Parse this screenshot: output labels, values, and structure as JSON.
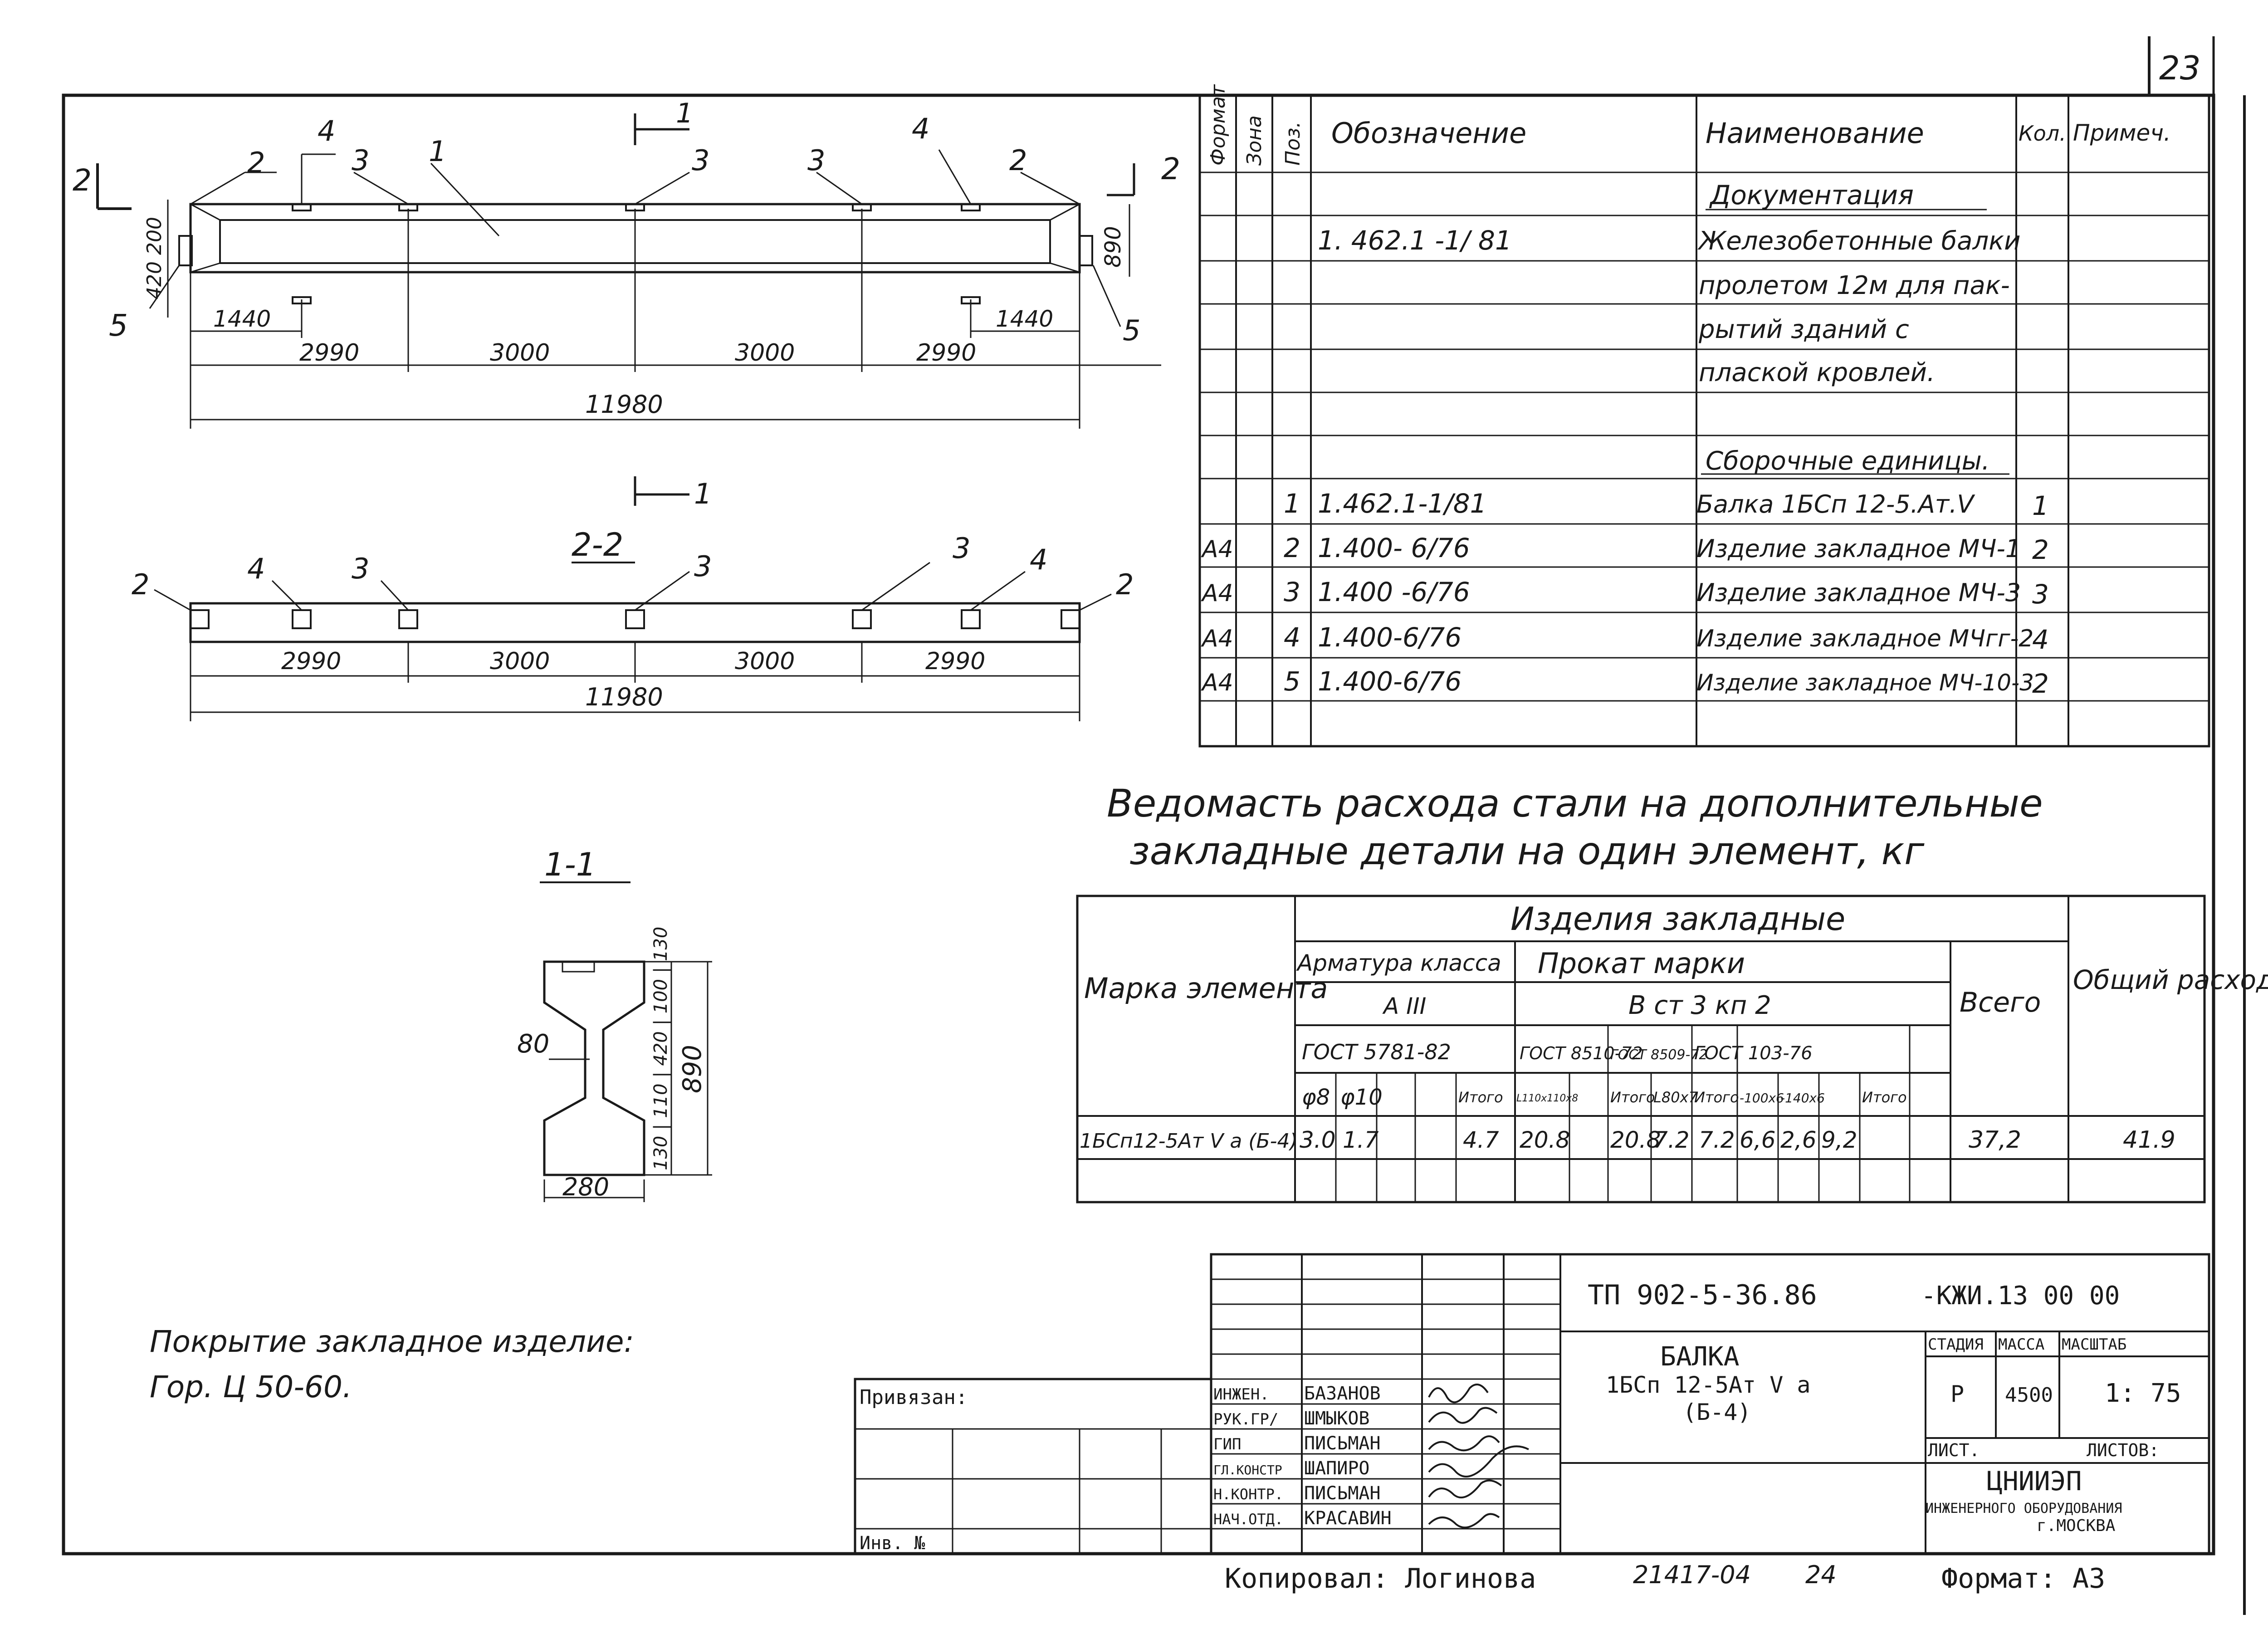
{
  "sheet_number": "23",
  "plan": {
    "section_mark_top": "1",
    "cut_marks": [
      "2",
      "2"
    ],
    "callouts": [
      "2",
      "4",
      "3",
      "1",
      "3",
      "3",
      "4",
      "2",
      "5",
      "5"
    ],
    "dims_small": [
      "1440",
      "1440"
    ],
    "dims_left_vertical": "420 200",
    "dims_right_vertical": "890",
    "spans": [
      "2990",
      "3000",
      "3000",
      "2990"
    ],
    "total": "11980"
  },
  "section22": {
    "title": "2-2",
    "cut_mark": "1",
    "callouts": [
      "2",
      "4",
      "3",
      "3",
      "3",
      "4",
      "2"
    ],
    "spans": [
      "2990",
      "3000",
      "3000",
      "2990"
    ],
    "total": "11980"
  },
  "section11": {
    "title": "1-1",
    "dim_top": "80",
    "dim_vertical": "130 | 110 | 420 | 100 | 130",
    "dim_total": "890",
    "dim_bottom": "280"
  },
  "spec": {
    "headers": {
      "format": "Формат",
      "zone": "Зона",
      "pos": "Поз.",
      "designation": "Обозначение",
      "name": "Наименование",
      "qty": "Кол.",
      "note": "Примеч."
    },
    "rows": [
      {
        "format": "",
        "pos": "",
        "designation": "",
        "name": "Документация",
        "qty": ""
      },
      {
        "format": "",
        "pos": "",
        "designation": "1. 462.1 -1/ 81",
        "name": "Железобетонные балки",
        "qty": ""
      },
      {
        "format": "",
        "pos": "",
        "designation": "",
        "name": "пролетом 12м для пак-",
        "qty": ""
      },
      {
        "format": "",
        "pos": "",
        "designation": "",
        "name": "рытий зданий с",
        "qty": ""
      },
      {
        "format": "",
        "pos": "",
        "designation": "",
        "name": "плаской кровлей.",
        "qty": ""
      },
      {
        "format": "",
        "pos": "",
        "designation": "",
        "name": "",
        "qty": ""
      },
      {
        "format": "",
        "pos": "",
        "designation": "",
        "name": "Сборочные единицы.",
        "qty": ""
      },
      {
        "format": "",
        "pos": "1",
        "designation": "1.462.1-1/81",
        "name": "Балка 1БСп 12-5.Ат.V",
        "qty": "1"
      },
      {
        "format": "А4",
        "pos": "2",
        "designation": "1.400- 6/76",
        "name": "Изделие закладное МЧ-1",
        "qty": "2"
      },
      {
        "format": "А4",
        "pos": "3",
        "designation": "1.400 -6/76",
        "name": "Изделие закладное МЧ-3",
        "qty": "3"
      },
      {
        "format": "А4",
        "pos": "4",
        "designation": "1.400-6/76",
        "name": "Изделие закладное МЧгг-2",
        "qty": "4"
      },
      {
        "format": "А4",
        "pos": "5",
        "designation": "1.400-6/76",
        "name": "Изделие закладное МЧ-10-3",
        "qty": "2"
      },
      {
        "format": "",
        "pos": "",
        "designation": "",
        "name": "",
        "qty": ""
      }
    ]
  },
  "steel": {
    "title_line1": "Ведомасть расхода стали на дополнительные",
    "title_line2": "закладные детали на один элемент, кг",
    "h_mark": "Марка элемента",
    "h_items": "Изделия закладные",
    "h_rebar": "Арматура класса",
    "h_rebar_class": "А III",
    "h_gost_rebar": "ГОСТ 5781-82",
    "h_rolled": "Прокат марки",
    "h_rolled_grade": "В ст 3 кп 2",
    "h_gost1": "ГОСТ 8510-72",
    "h_gost2": "ГОСТ 8509-72",
    "h_gost3": "ГОСТ 103-76",
    "h_total": "Всего",
    "h_overall": "Общий расход",
    "sub_cols": [
      "φ8",
      "φ10",
      "",
      "Итого",
      "L110х110х8",
      "",
      "Итого",
      "L80х7",
      "Итого",
      "-100х6",
      "-140х6",
      "Итого"
    ],
    "row": {
      "mark": "1БСп12-5Ат V а (Б-4)",
      "values": [
        "3.0",
        "1.7",
        "",
        "4.7",
        "20.8",
        "",
        "20.8",
        "7.2",
        "7.2",
        "6,6",
        "2,6",
        "9,2"
      ],
      "total": "37,2",
      "overall": "41.9"
    }
  },
  "coating_note": {
    "line1": "Покрытие закладное изделие:",
    "line2": "Гор. Ц 50-60."
  },
  "title_block": {
    "code": "ТП 902-5-36.86",
    "code_suffix": "-КЖИ.13 00 00",
    "title_line1": "БАЛКА",
    "title_line2": "1БСп 12-5Ат V а",
    "title_line3": "(Б-4)",
    "stage_label": "СТАДИЯ",
    "mass_label": "МАССА",
    "scale_label": "МАСШТАБ",
    "stage": "Р",
    "mass": "4500",
    "scale": "1: 75",
    "sheet_label": "ЛИСТ.",
    "sheets_label": "ЛИСТОВ:",
    "org_line1": "ЦНИИЭП",
    "org_line2": "ИНЖЕНЕРНОГО ОБОРУДОВАНИЯ",
    "org_line3": "г.МОСКВА",
    "bound_label": "Привязан:",
    "inv_label": "Инв. №",
    "roles": [
      "ИНЖЕН.",
      "РУК.ГР/",
      "ГИП",
      "ГЛ.КОНСТР",
      "Н.КОНТР.",
      "НАЧ.ОТД."
    ],
    "names": [
      "БАЗАНОВ",
      "ШМЫКОВ",
      "ПИСЬМАН",
      "ШАПИРО",
      "ПИСЬМАН",
      "КРАСАВИН"
    ]
  },
  "footer": {
    "copied": "Копировал: Логинова",
    "number": "21417-04",
    "page": "24",
    "format": "Формат: А3"
  }
}
